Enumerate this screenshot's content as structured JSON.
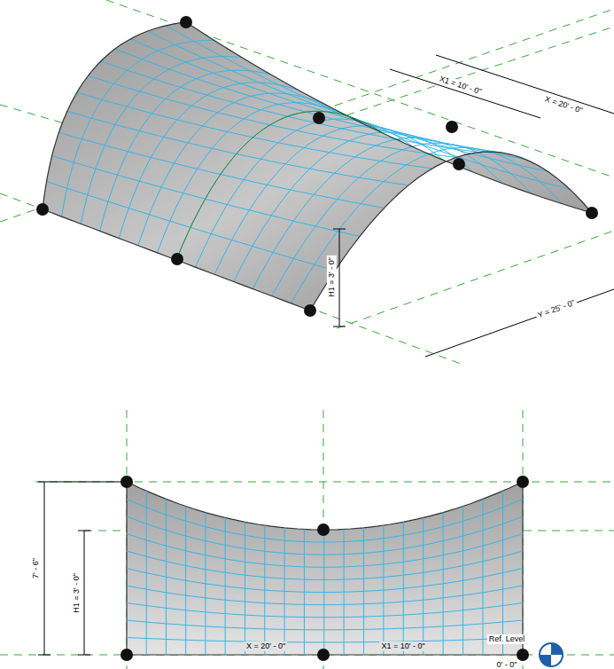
{
  "diagram": {
    "labels": [
      "X1 = 10' - 0\"",
      "X = 20' - 0\"",
      "H1 = 3' - 0\"",
      "Y = 25' - 0\"",
      "7' - 6\"",
      "H1 = 3' - 0\"",
      "X = 20' - 0\"",
      "X1 = 10' - 0\"",
      "Ref. Level",
      "0' - 0\""
    ]
  }
}
